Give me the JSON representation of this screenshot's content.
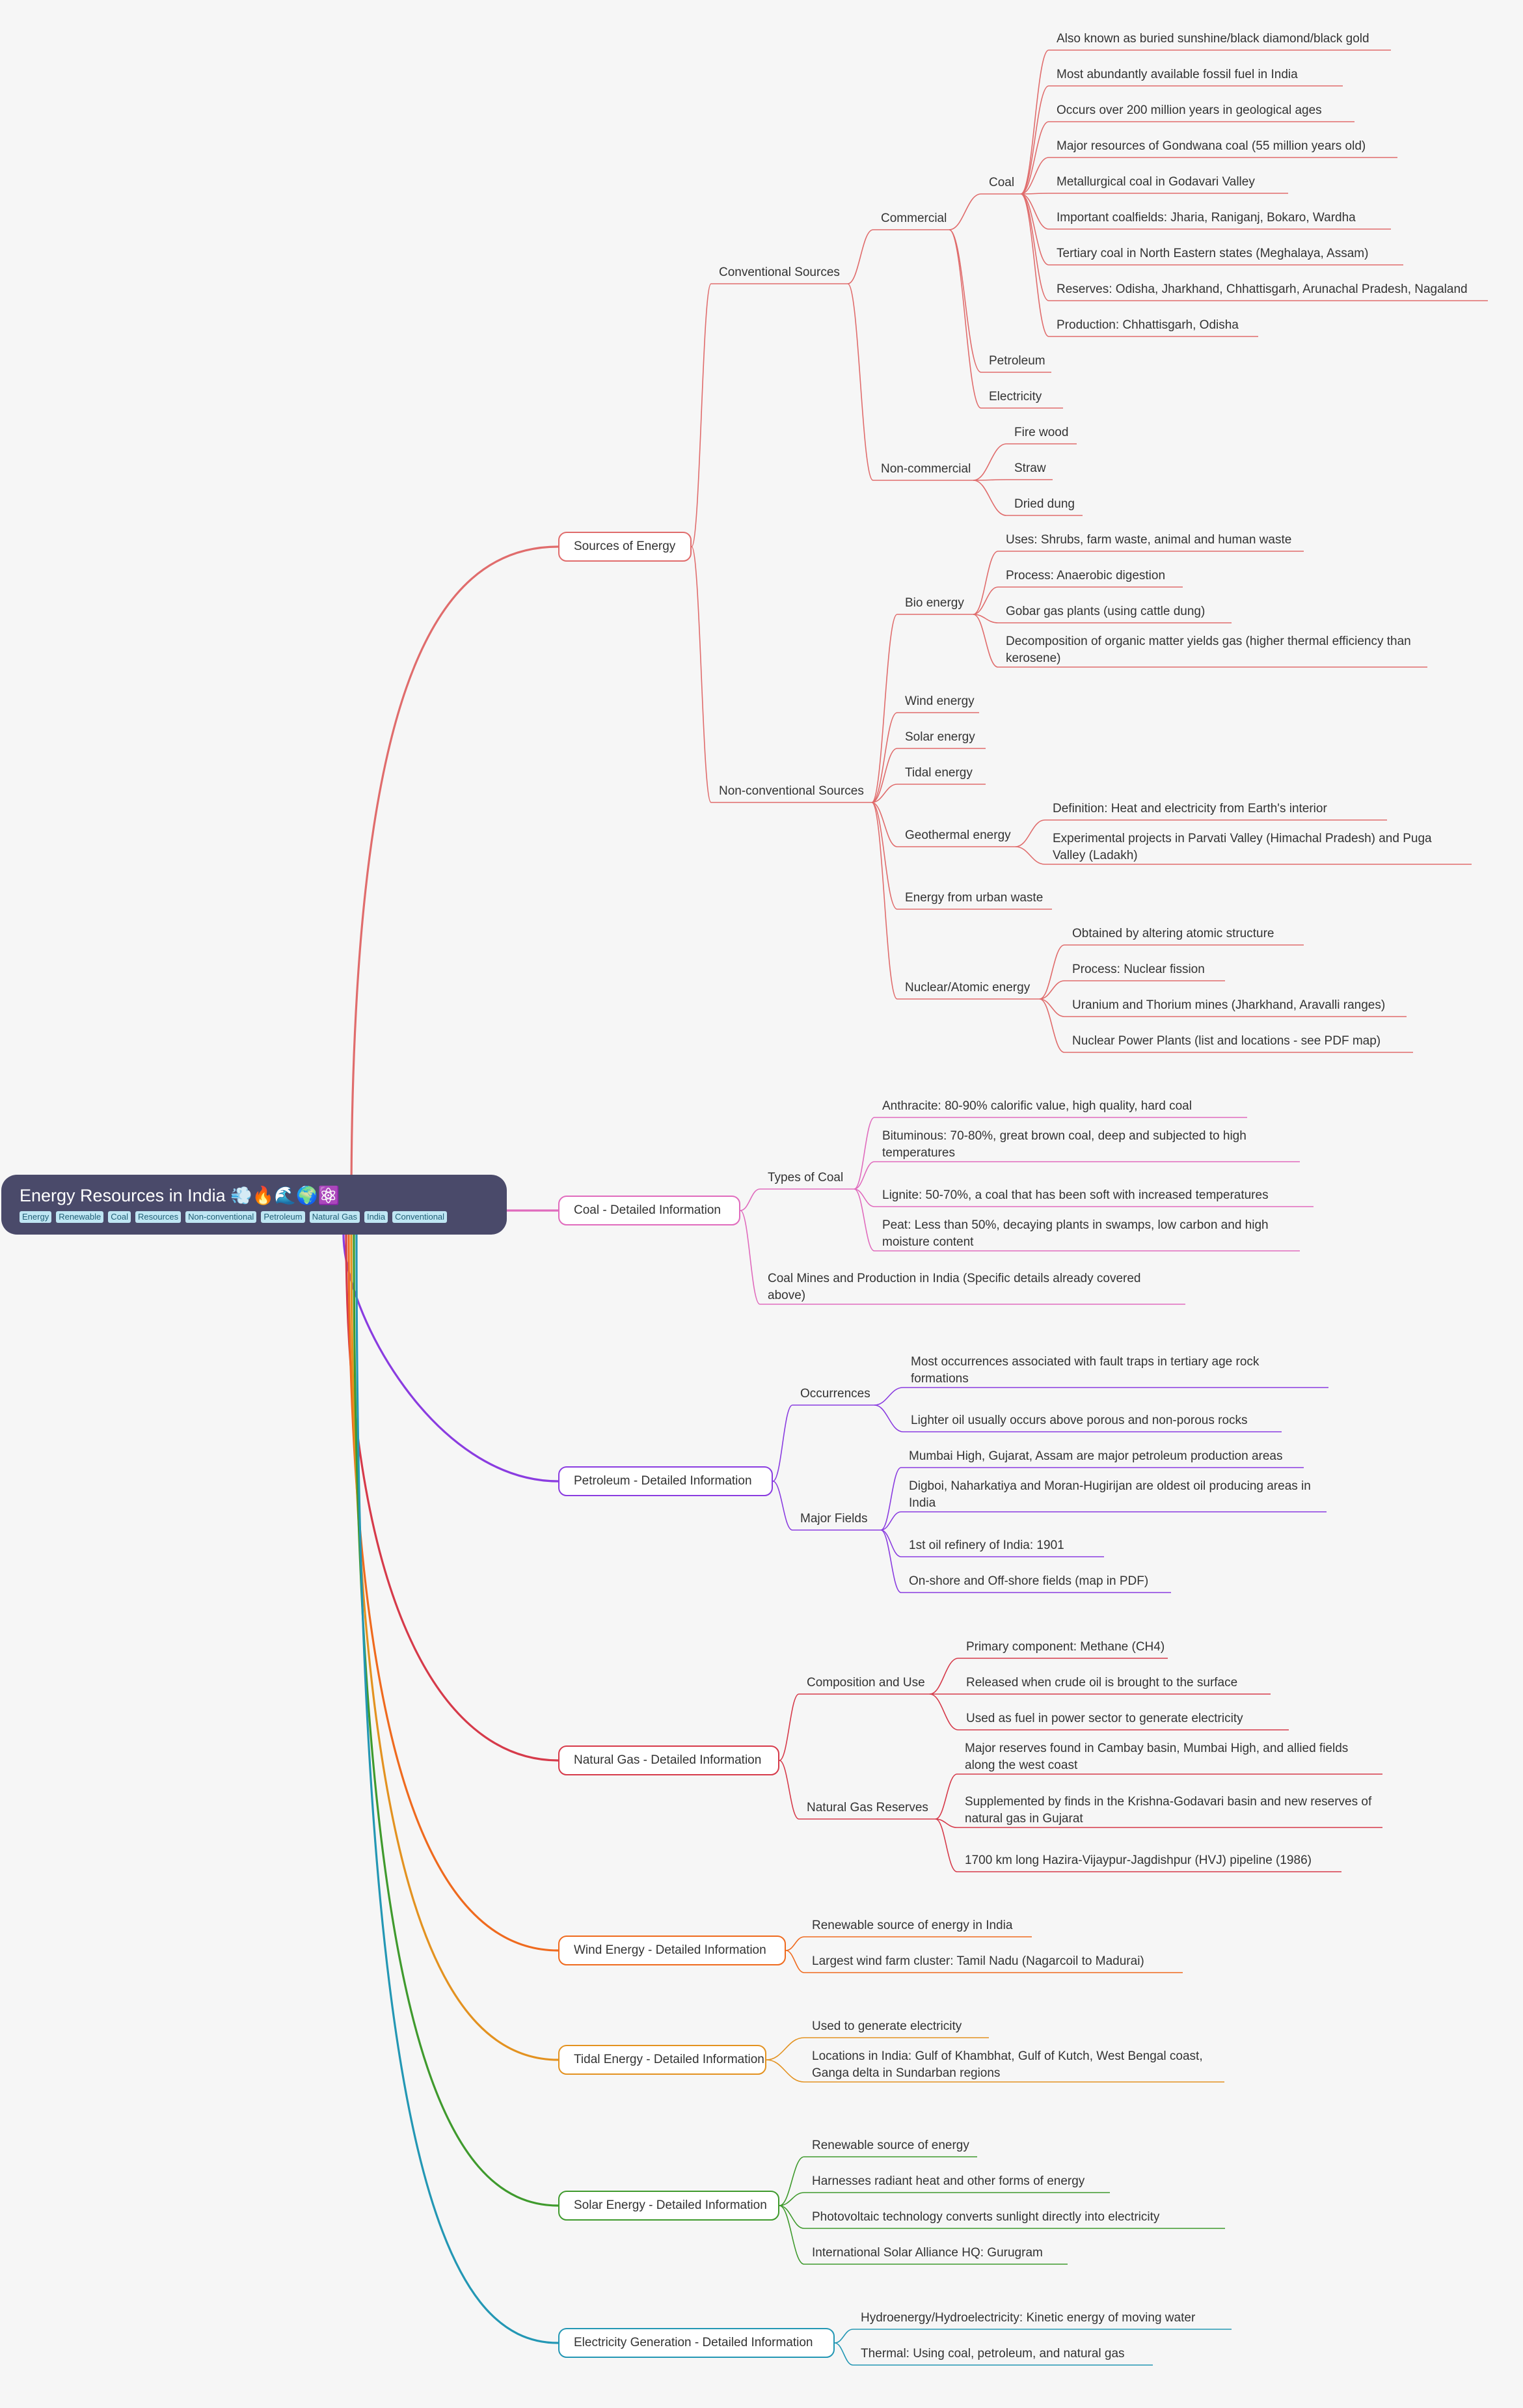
{
  "root": {
    "title": "Energy Resources in India 💨🔥🌊🌍⚛️",
    "tags": [
      "Energy",
      "Renewable",
      "Coal",
      "Resources",
      "Non-conventional",
      "Petroleum",
      "Natural Gas",
      "India",
      "Conventional"
    ]
  },
  "colors": {
    "sources": "#e06c6c",
    "coal_detail": "#e06bbd",
    "petroleum": "#8a3ce0",
    "natural_gas": "#d63a4a",
    "wind": "#ef6a1e",
    "tidal": "#e39220",
    "solar": "#3f9a2d",
    "electricity": "#2397b4"
  },
  "branches": [
    {
      "label": "Sources of Energy",
      "color": "sources",
      "children": [
        {
          "label": "Conventional Sources",
          "children": [
            {
              "label": "Commercial",
              "children": [
                {
                  "label": "Coal",
                  "children": [
                    {
                      "label": "Also known as buried sunshine/black diamond/black gold"
                    },
                    {
                      "label": "Most abundantly available fossil fuel in India"
                    },
                    {
                      "label": "Occurs over 200 million years in geological ages"
                    },
                    {
                      "label": "Major resources of Gondwana coal (55 million years old)"
                    },
                    {
                      "label": "Metallurgical coal in Godavari Valley"
                    },
                    {
                      "label": "Important coalfields: Jharia, Raniganj, Bokaro, Wardha"
                    },
                    {
                      "label": "Tertiary coal in North Eastern states (Meghalaya, Assam)"
                    },
                    {
                      "label": "Reserves: Odisha, Jharkhand, Chhattisgarh, Arunachal Pradesh, Nagaland"
                    },
                    {
                      "label": "Production: Chhattisgarh, Odisha"
                    }
                  ]
                },
                {
                  "label": "Petroleum"
                },
                {
                  "label": "Electricity"
                }
              ]
            },
            {
              "label": "Non-commercial",
              "children": [
                {
                  "label": "Fire wood"
                },
                {
                  "label": "Straw"
                },
                {
                  "label": "Dried dung"
                }
              ]
            }
          ]
        },
        {
          "label": "Non-conventional Sources",
          "children": [
            {
              "label": "Bio energy",
              "children": [
                {
                  "label": "Uses: Shrubs, farm waste, animal and human waste"
                },
                {
                  "label": "Process: Anaerobic digestion"
                },
                {
                  "label": "Gobar gas plants (using cattle dung)"
                },
                {
                  "label": "Decomposition of organic matter yields gas (higher thermal efficiency than kerosene)"
                }
              ]
            },
            {
              "label": "Wind energy"
            },
            {
              "label": "Solar energy"
            },
            {
              "label": "Tidal energy"
            },
            {
              "label": "Geothermal energy",
              "children": [
                {
                  "label": "Definition: Heat and electricity from Earth's interior"
                },
                {
                  "label": "Experimental projects in Parvati Valley (Himachal Pradesh) and Puga Valley (Ladakh)"
                }
              ]
            },
            {
              "label": "Energy from urban waste"
            },
            {
              "label": "Nuclear/Atomic energy",
              "children": [
                {
                  "label": "Obtained by altering atomic structure"
                },
                {
                  "label": "Process: Nuclear fission"
                },
                {
                  "label": "Uranium and Thorium mines (Jharkhand, Aravalli ranges)"
                },
                {
                  "label": "Nuclear Power Plants (list and locations - see PDF map)"
                }
              ]
            }
          ]
        }
      ]
    },
    {
      "label": "Coal - Detailed Information",
      "color": "coal_detail",
      "children": [
        {
          "label": "Types of Coal",
          "children": [
            {
              "label": "Anthracite: 80-90% calorific value, high quality, hard coal"
            },
            {
              "label": "Bituminous: 70-80%, great brown coal, deep and subjected to high temperatures"
            },
            {
              "label": "Lignite: 50-70%, a coal that has been soft with increased temperatures"
            },
            {
              "label": "Peat: Less than 50%, decaying plants in swamps, low carbon and high moisture content"
            }
          ]
        },
        {
          "label": "Coal Mines and Production in India (Specific details already covered above)"
        }
      ]
    },
    {
      "label": "Petroleum - Detailed Information",
      "color": "petroleum",
      "children": [
        {
          "label": "Occurrences",
          "children": [
            {
              "label": "Most occurrences associated with fault traps in tertiary age rock formations"
            },
            {
              "label": "Lighter oil usually occurs above porous and non-porous rocks"
            }
          ]
        },
        {
          "label": "Major Fields",
          "children": [
            {
              "label": "Mumbai High, Gujarat, Assam are major petroleum production areas"
            },
            {
              "label": "Digboi, Naharkatiya and Moran-Hugirijan are oldest oil producing areas in India"
            },
            {
              "label": "1st oil refinery of India: 1901"
            },
            {
              "label": "On-shore and Off-shore fields (map in PDF)"
            }
          ]
        }
      ]
    },
    {
      "label": "Natural Gas - Detailed Information",
      "color": "natural_gas",
      "children": [
        {
          "label": "Composition and Use",
          "children": [
            {
              "label": "Primary component: Methane (CH4)"
            },
            {
              "label": "Released when crude oil is brought to the surface"
            },
            {
              "label": "Used as fuel in power sector to generate electricity"
            }
          ]
        },
        {
          "label": "Natural Gas Reserves",
          "children": [
            {
              "label": "Major reserves found in Cambay basin, Mumbai High, and allied fields along the west coast"
            },
            {
              "label": "Supplemented by finds in the Krishna-Godavari basin and new reserves of natural gas in Gujarat"
            },
            {
              "label": "1700 km long Hazira-Vijaypur-Jagdishpur (HVJ) pipeline (1986)"
            }
          ]
        }
      ]
    },
    {
      "label": "Wind Energy - Detailed Information",
      "color": "wind",
      "children": [
        {
          "label": "Renewable source of energy in India"
        },
        {
          "label": "Largest wind farm cluster: Tamil Nadu (Nagarcoil to Madurai)"
        }
      ]
    },
    {
      "label": "Tidal Energy - Detailed Information",
      "color": "tidal",
      "children": [
        {
          "label": "Used to generate electricity"
        },
        {
          "label": "Locations in India: Gulf of Khambhat, Gulf of Kutch, West Bengal coast, Ganga delta in Sundarban regions"
        }
      ]
    },
    {
      "label": "Solar Energy - Detailed Information",
      "color": "solar",
      "children": [
        {
          "label": "Renewable source of energy"
        },
        {
          "label": "Harnesses radiant heat and other forms of energy"
        },
        {
          "label": "Photovoltaic technology converts sunlight directly into electricity"
        },
        {
          "label": "International Solar Alliance HQ: Gurugram"
        }
      ]
    },
    {
      "label": "Electricity Generation - Detailed Information",
      "color": "electricity",
      "children": [
        {
          "label": "Hydroenergy/Hydroelectricity: Kinetic energy of moving water"
        },
        {
          "label": "Thermal: Using coal, petroleum, and natural gas"
        }
      ]
    }
  ]
}
